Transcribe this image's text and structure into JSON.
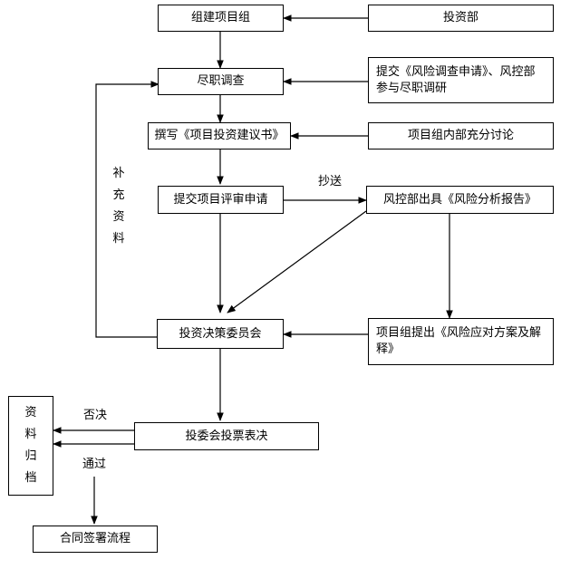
{
  "nodes": {
    "form_team": "组建项目组",
    "investment_dept": "投资部",
    "due_diligence": "尽职调查",
    "submit_risk_survey": "提交《风险调查申请》、风控部参与尽职调研",
    "write_proposal": "撰写《项目投资建议书》",
    "team_discussion": "项目组内部充分讨论",
    "submit_review": "提交项目评审申请",
    "risk_report": "风控部出具《风险分析报告》",
    "committee": "投资决策委员会",
    "response_plan": "项目组提出《风险应对方案及解释》",
    "vote": "投委会投票表决",
    "archive": "资料归档",
    "contract_process": "合同签署流程"
  },
  "edge_labels": {
    "cc": "抄送",
    "supplement": "补充资料",
    "reject": "否决",
    "pass": "通过"
  }
}
